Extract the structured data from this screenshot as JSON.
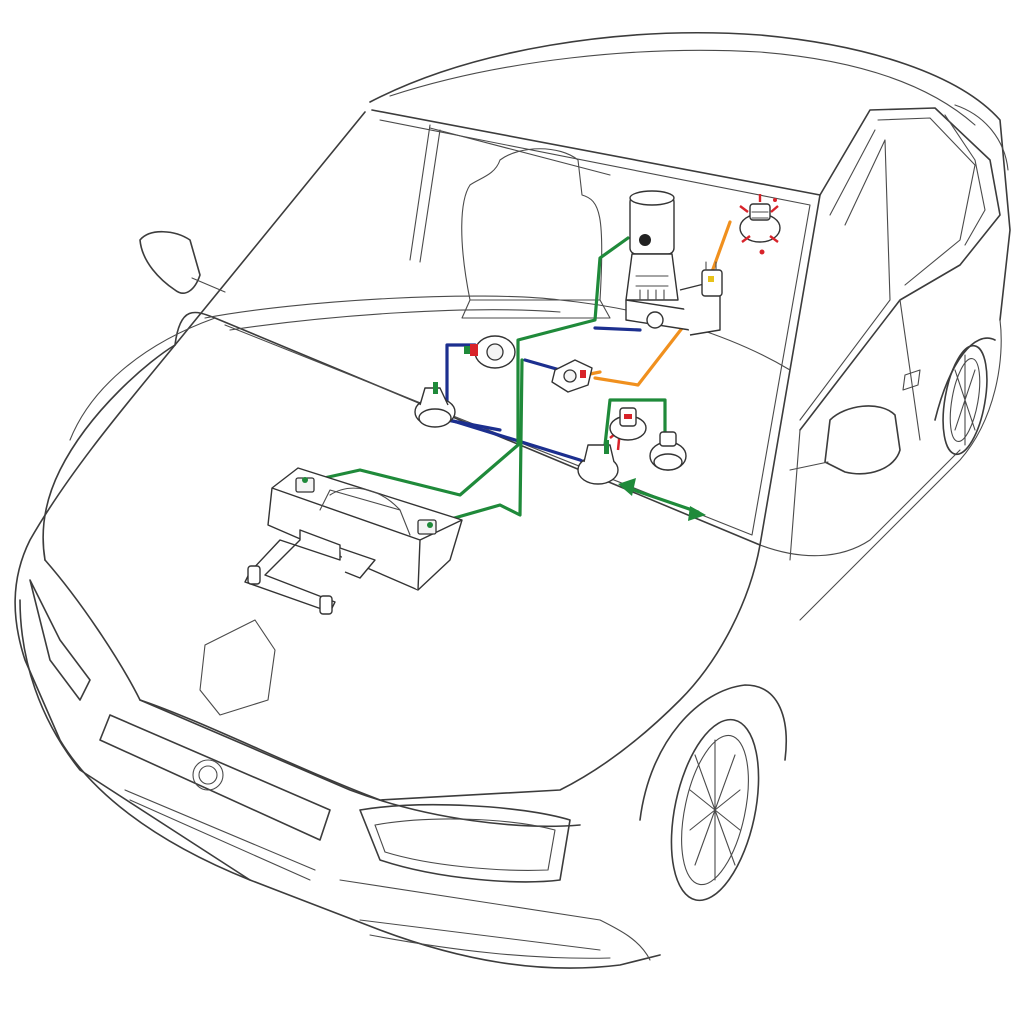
{
  "diagram": {
    "colors": {
      "background": "#ffffff",
      "outline": "#3c3c3c",
      "wire_green": "#1f8a3a",
      "wire_blue": "#1c2f8f",
      "wire_orange": "#f0901e",
      "wire_red": "#d8232a",
      "wire_yellow": "#e8c21a"
    },
    "components": [
      {
        "name": "battery",
        "icon": "battery-icon"
      },
      {
        "name": "ecu-module",
        "icon": "module-icon"
      },
      {
        "name": "actuator-cylinder",
        "icon": "cylinder-icon"
      },
      {
        "name": "sensor-top-right",
        "icon": "sensor-icon"
      },
      {
        "name": "connector-left",
        "icon": "connector-icon"
      },
      {
        "name": "connector-center",
        "icon": "connector-icon"
      },
      {
        "name": "connector-right",
        "icon": "connector-icon"
      },
      {
        "name": "relay-right",
        "icon": "relay-icon"
      }
    ],
    "arrows": [
      {
        "name": "double-arrow",
        "direction": "bidirectional",
        "color": "#1f8a3a"
      }
    ]
  }
}
